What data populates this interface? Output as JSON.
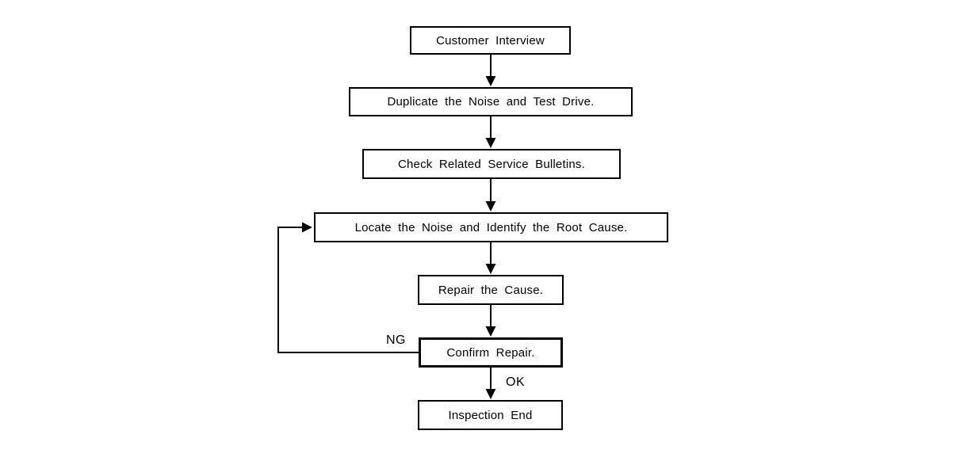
{
  "diagram": {
    "type": "flowchart",
    "background": "#ffffff",
    "line_color": "#000000",
    "box_fill": "#ffffff",
    "text_color": "#000000",
    "nodes": [
      {
        "id": "customer-interview",
        "label": "Customer Interview"
      },
      {
        "id": "duplicate-noise-test-drive",
        "label": "Duplicate the Noise and Test Drive."
      },
      {
        "id": "check-service-bulletins",
        "label": "Check Related Service Bulletins."
      },
      {
        "id": "locate-noise-root-cause",
        "label": "Locate the Noise and Identify the Root Cause."
      },
      {
        "id": "repair-cause",
        "label": "Repair the Cause."
      },
      {
        "id": "confirm-repair",
        "label": "Confirm Repair."
      },
      {
        "id": "inspection-end",
        "label": "Inspection End"
      }
    ],
    "edges": [
      {
        "from": "customer-interview",
        "to": "duplicate-noise-test-drive",
        "label": ""
      },
      {
        "from": "duplicate-noise-test-drive",
        "to": "check-service-bulletins",
        "label": ""
      },
      {
        "from": "check-service-bulletins",
        "to": "locate-noise-root-cause",
        "label": ""
      },
      {
        "from": "locate-noise-root-cause",
        "to": "repair-cause",
        "label": ""
      },
      {
        "from": "repair-cause",
        "to": "confirm-repair",
        "label": ""
      },
      {
        "from": "confirm-repair",
        "to": "inspection-end",
        "label": "OK"
      },
      {
        "from": "confirm-repair",
        "to": "locate-noise-root-cause",
        "label": "NG"
      }
    ],
    "edge_labels": {
      "ng": "NG",
      "ok": "OK"
    }
  }
}
